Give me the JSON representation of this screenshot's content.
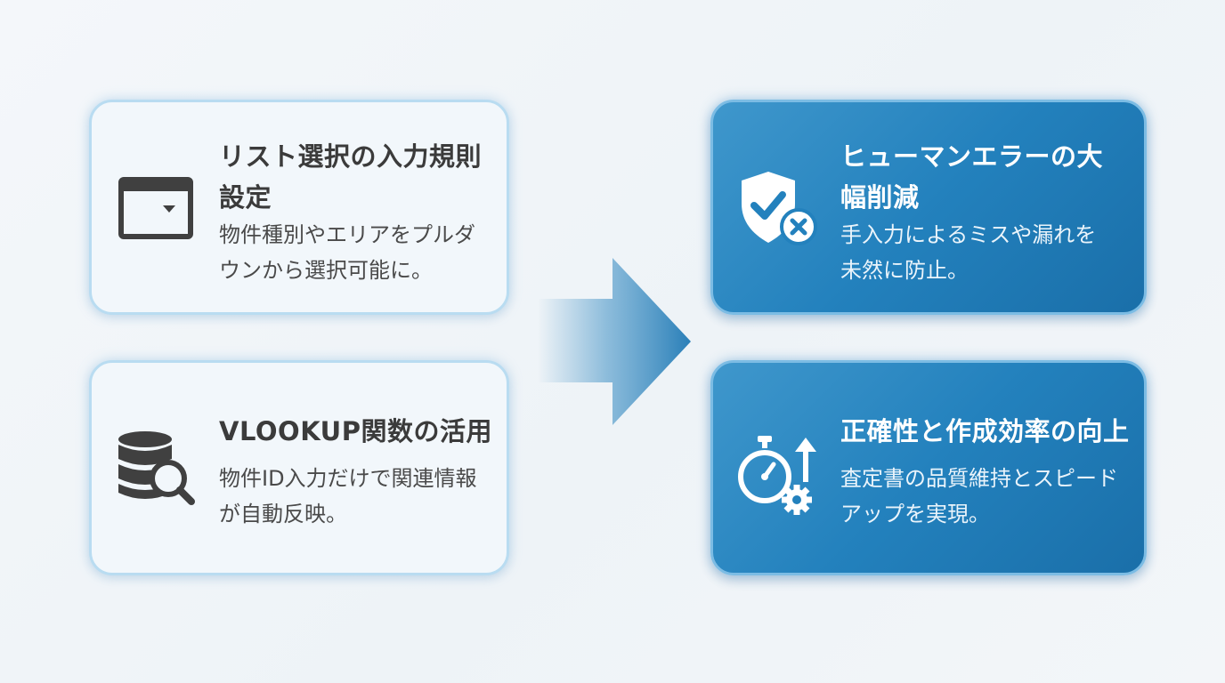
{
  "colors": {
    "light_card_bg": "#f2f7fb",
    "light_card_border": "#b9dcf1",
    "dark_card_bg": "#2381bd",
    "dark_card_border": "#7cbce4",
    "icon_gray": "#404040",
    "arrow_blue": "#3d8fc4"
  },
  "left_cards": [
    {
      "icon": "dropdown-list-icon",
      "title_lines": [
        "リスト選択の入力規則",
        "設定"
      ],
      "desc_lines": [
        "物件種別やエリアをプルダ",
        "ウンから選択可能に。"
      ]
    },
    {
      "icon": "database-search-icon",
      "title_lines": [
        "VLOOKUP関数の活用"
      ],
      "desc_lines": [
        "物件ID入力だけで関連情報",
        "が自動反映。"
      ]
    }
  ],
  "arrow": {
    "icon": "right-arrow-icon"
  },
  "right_cards": [
    {
      "icon": "shield-check-icon",
      "title_lines": [
        "ヒューマンエラーの大",
        "幅削減"
      ],
      "desc_lines": [
        "手入力によるミスや漏れを",
        "未然に防止。"
      ]
    },
    {
      "icon": "stopwatch-gear-icon",
      "title_lines": [
        "正確性と作成効率の向上"
      ],
      "desc_lines": [
        "査定書の品質維持とスピード",
        "アップを実現。"
      ]
    }
  ]
}
